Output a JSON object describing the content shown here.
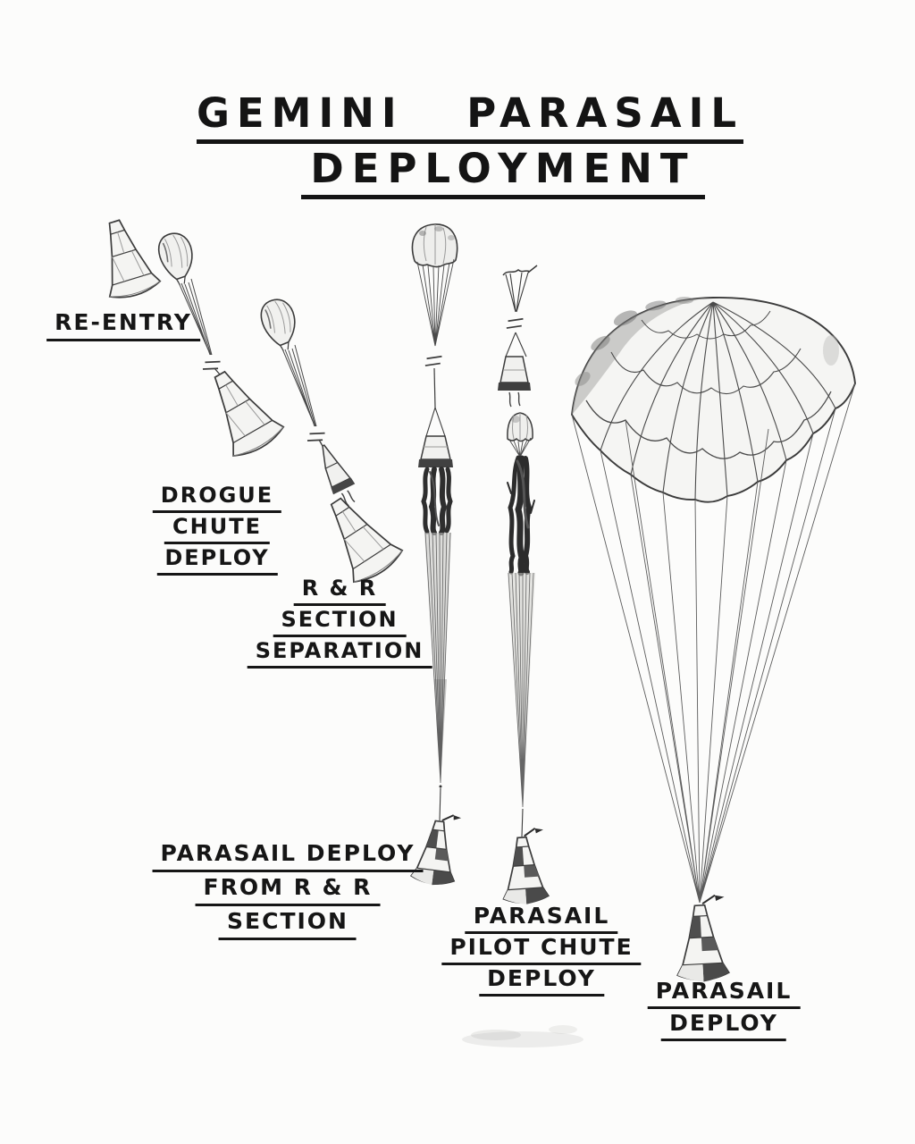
{
  "title": {
    "word1": "GEMINI",
    "word2": "PARASAIL",
    "line2": "DEPLOYMENT"
  },
  "stages": [
    {
      "name": "re-entry",
      "label_lines": [
        "RE-ENTRY"
      ]
    },
    {
      "name": "drogue-chute-deploy",
      "label_lines": [
        "DROGUE",
        "CHUTE",
        "DEPLOY"
      ]
    },
    {
      "name": "r-and-r-section-separation",
      "label_lines": [
        "R & R",
        "SECTION",
        "SEPARATION"
      ]
    },
    {
      "name": "parasail-deploy-from-r-r-section",
      "label_lines": [
        "PARASAIL DEPLOY",
        "FROM R & R",
        "SECTION"
      ]
    },
    {
      "name": "parasail-pilot-chute-deploy",
      "label_lines": [
        "PARASAIL",
        "PILOT CHUTE",
        "DEPLOY"
      ]
    },
    {
      "name": "parasail-deploy",
      "label_lines": [
        "PARASAIL",
        "DEPLOY"
      ]
    }
  ],
  "colors": {
    "ink": "#1d1d1d",
    "paper": "#fcfcfb"
  }
}
